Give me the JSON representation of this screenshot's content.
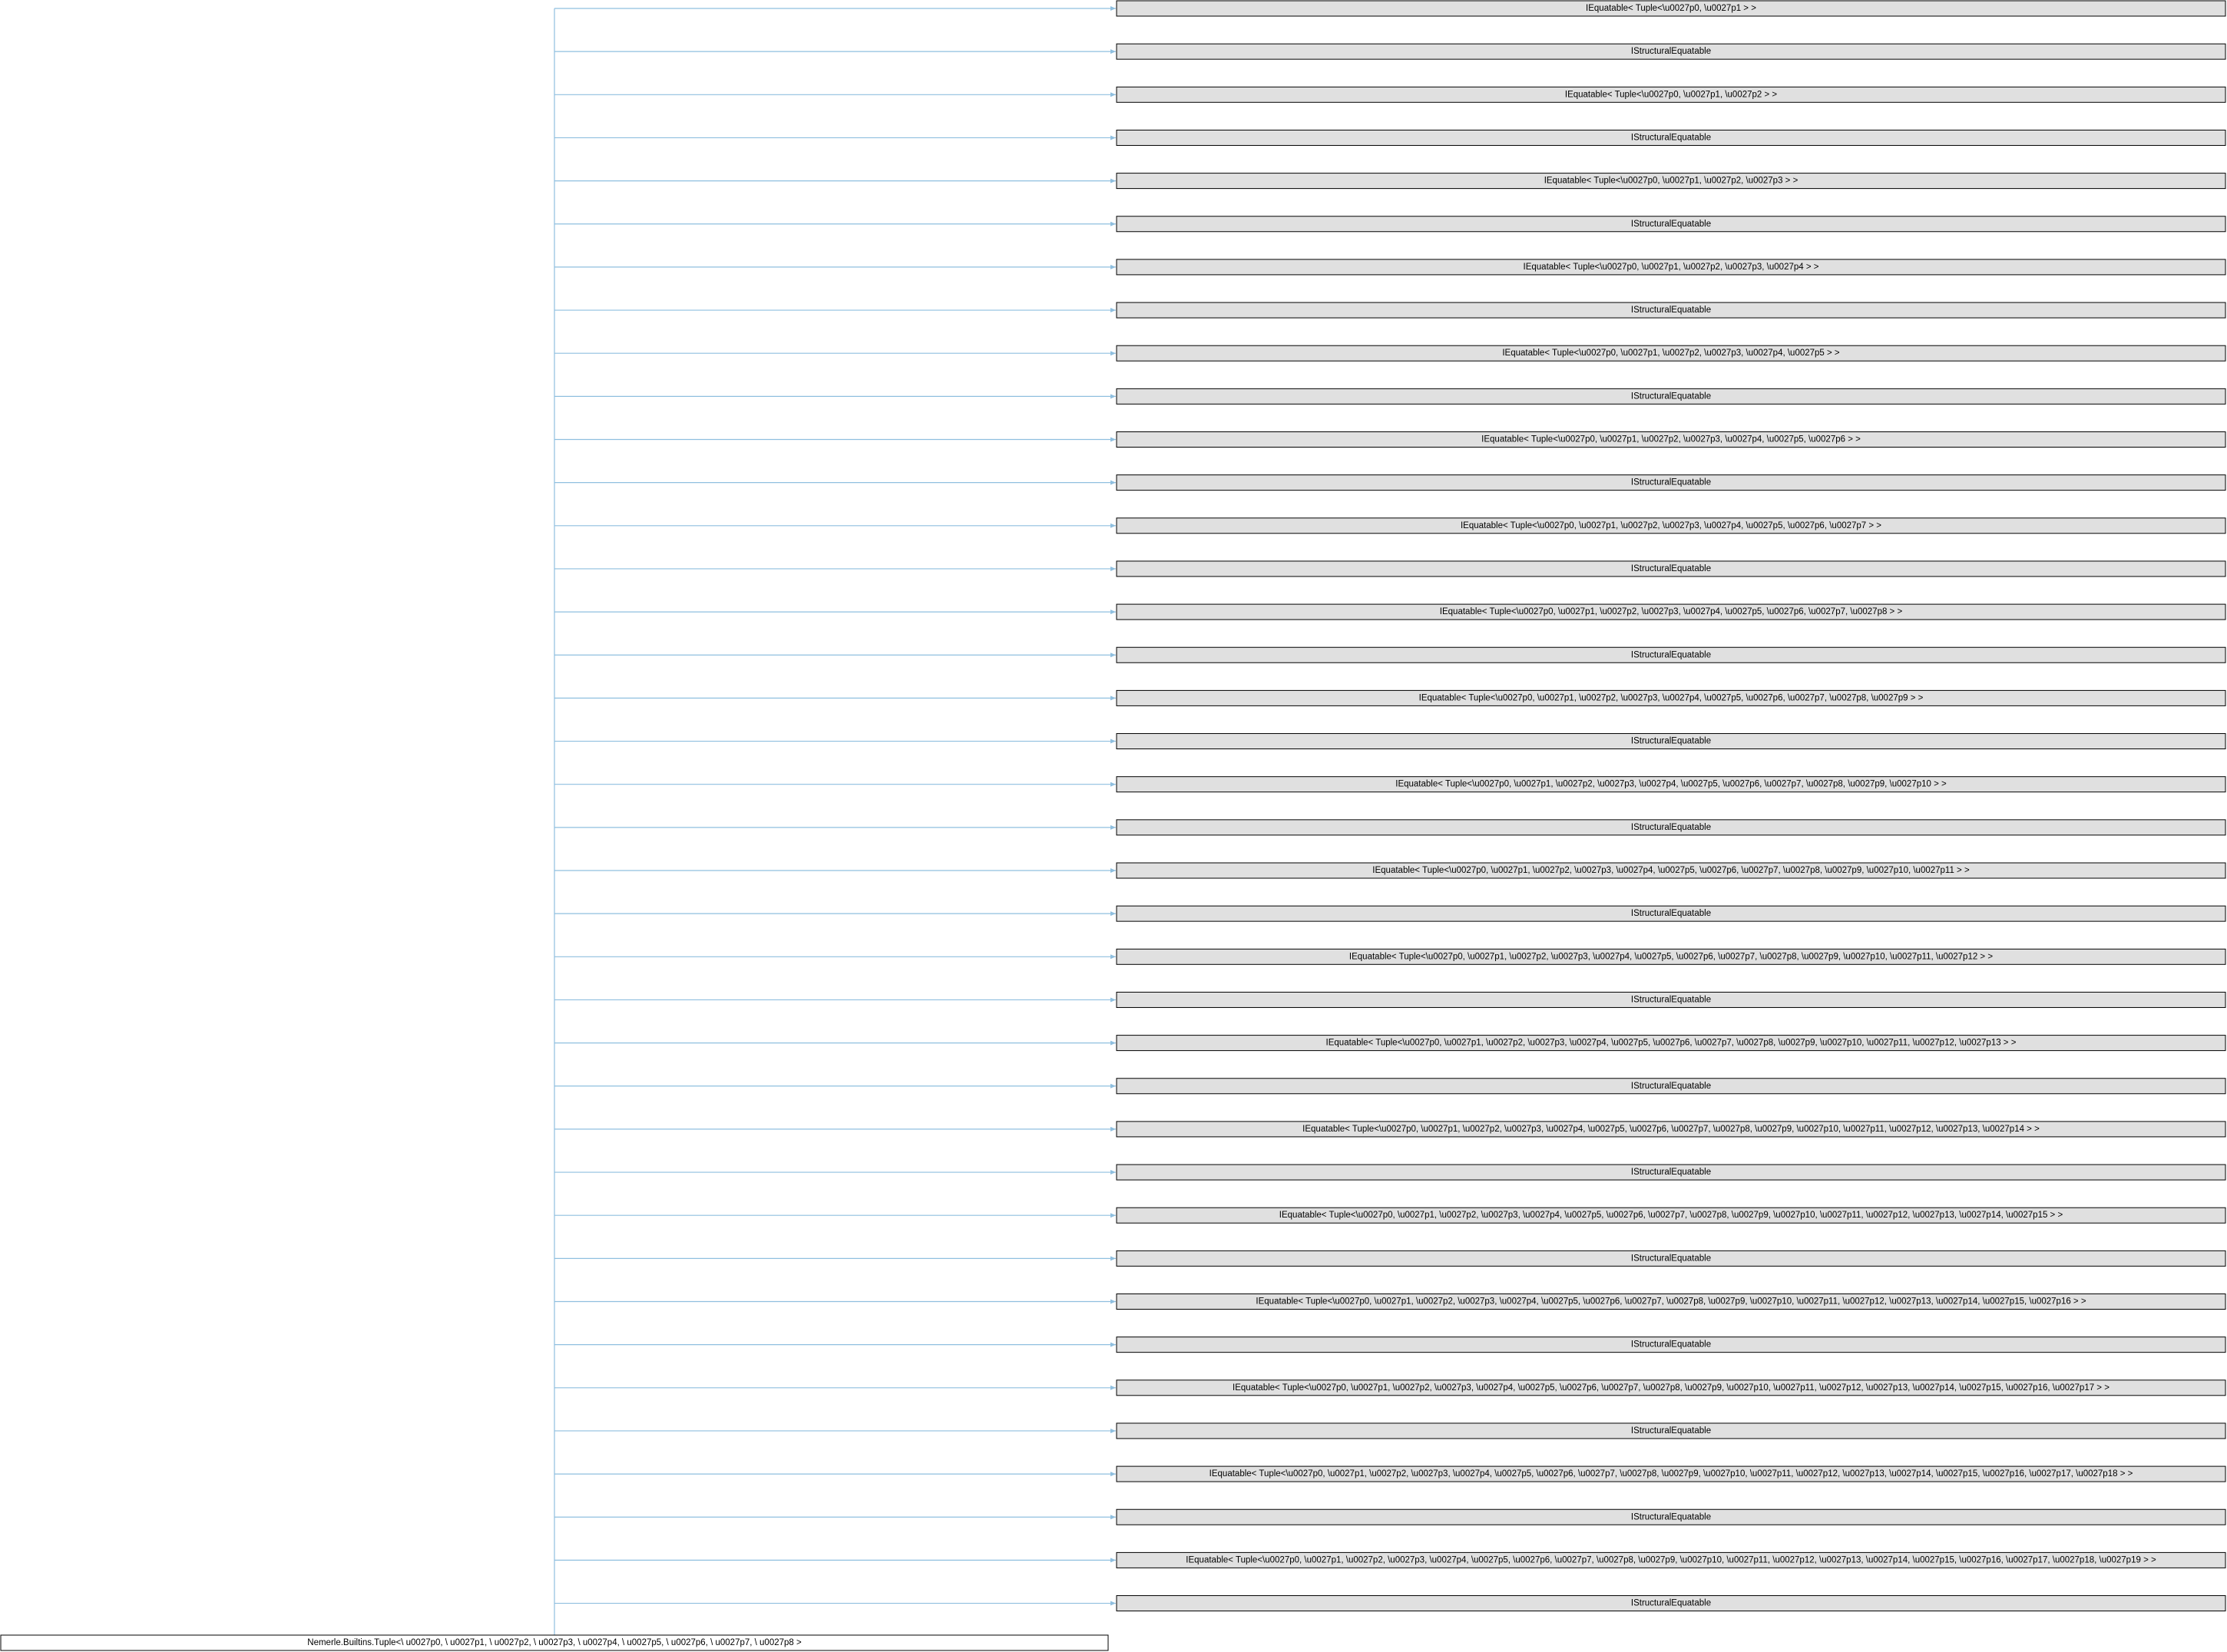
{
  "colors": {
    "edge": "#8fbfdf",
    "node_fill": "#e0e0e0",
    "node_border": "#000000",
    "root_fill": "#ffffff",
    "text": "#000000"
  },
  "root": {
    "label": "Nemerle.Builtins.Tuple<\\ u0027p0, \\ u0027p1, \\ u0027p2, \\ u0027p3, \\ u0027p4, \\ u0027p5, \\ u0027p6, \\ u0027p7, \\ u0027p8 >"
  },
  "nodes": [
    "IEquatable< Tuple<\\u0027p0, \\u0027p1 > >",
    "IStructuralEquatable",
    "IEquatable< Tuple<\\u0027p0, \\u0027p1, \\u0027p2 > >",
    "IStructuralEquatable",
    "IEquatable< Tuple<\\u0027p0, \\u0027p1, \\u0027p2, \\u0027p3 > >",
    "IStructuralEquatable",
    "IEquatable< Tuple<\\u0027p0, \\u0027p1, \\u0027p2, \\u0027p3, \\u0027p4 > >",
    "IStructuralEquatable",
    "IEquatable< Tuple<\\u0027p0, \\u0027p1, \\u0027p2, \\u0027p3, \\u0027p4, \\u0027p5 > >",
    "IStructuralEquatable",
    "IEquatable< Tuple<\\u0027p0, \\u0027p1, \\u0027p2, \\u0027p3, \\u0027p4, \\u0027p5, \\u0027p6 > >",
    "IStructuralEquatable",
    "IEquatable< Tuple<\\u0027p0, \\u0027p1, \\u0027p2, \\u0027p3, \\u0027p4, \\u0027p5, \\u0027p6, \\u0027p7 > >",
    "IStructuralEquatable",
    "IEquatable< Tuple<\\u0027p0, \\u0027p1, \\u0027p2, \\u0027p3, \\u0027p4, \\u0027p5, \\u0027p6, \\u0027p7, \\u0027p8 > >",
    "IStructuralEquatable",
    "IEquatable< Tuple<\\u0027p0, \\u0027p1, \\u0027p2, \\u0027p3, \\u0027p4, \\u0027p5, \\u0027p6, \\u0027p7, \\u0027p8, \\u0027p9 > >",
    "IStructuralEquatable",
    "IEquatable< Tuple<\\u0027p0, \\u0027p1, \\u0027p2, \\u0027p3, \\u0027p4, \\u0027p5, \\u0027p6, \\u0027p7, \\u0027p8, \\u0027p9, \\u0027p10 > >",
    "IStructuralEquatable",
    "IEquatable< Tuple<\\u0027p0, \\u0027p1, \\u0027p2, \\u0027p3, \\u0027p4, \\u0027p5, \\u0027p6, \\u0027p7, \\u0027p8, \\u0027p9, \\u0027p10, \\u0027p11 > >",
    "IStructuralEquatable",
    "IEquatable< Tuple<\\u0027p0, \\u0027p1, \\u0027p2, \\u0027p3, \\u0027p4, \\u0027p5, \\u0027p6, \\u0027p7, \\u0027p8, \\u0027p9, \\u0027p10, \\u0027p11, \\u0027p12 > >",
    "IStructuralEquatable",
    "IEquatable< Tuple<\\u0027p0, \\u0027p1, \\u0027p2, \\u0027p3, \\u0027p4, \\u0027p5, \\u0027p6, \\u0027p7, \\u0027p8, \\u0027p9, \\u0027p10, \\u0027p11, \\u0027p12, \\u0027p13 > >",
    "IStructuralEquatable",
    "IEquatable< Tuple<\\u0027p0, \\u0027p1, \\u0027p2, \\u0027p3, \\u0027p4, \\u0027p5, \\u0027p6, \\u0027p7, \\u0027p8, \\u0027p9, \\u0027p10, \\u0027p11, \\u0027p12, \\u0027p13, \\u0027p14 > >",
    "IStructuralEquatable",
    "IEquatable< Tuple<\\u0027p0, \\u0027p1, \\u0027p2, \\u0027p3, \\u0027p4, \\u0027p5, \\u0027p6, \\u0027p7, \\u0027p8, \\u0027p9, \\u0027p10, \\u0027p11, \\u0027p12, \\u0027p13, \\u0027p14, \\u0027p15 > >",
    "IStructuralEquatable",
    "IEquatable< Tuple<\\u0027p0, \\u0027p1, \\u0027p2, \\u0027p3, \\u0027p4, \\u0027p5, \\u0027p6, \\u0027p7, \\u0027p8, \\u0027p9, \\u0027p10, \\u0027p11, \\u0027p12, \\u0027p13, \\u0027p14, \\u0027p15, \\u0027p16 > >",
    "IStructuralEquatable",
    "IEquatable< Tuple<\\u0027p0, \\u0027p1, \\u0027p2, \\u0027p3, \\u0027p4, \\u0027p5, \\u0027p6, \\u0027p7, \\u0027p8, \\u0027p9, \\u0027p10, \\u0027p11, \\u0027p12, \\u0027p13, \\u0027p14, \\u0027p15, \\u0027p16, \\u0027p17 > >",
    "IStructuralEquatable",
    "IEquatable< Tuple<\\u0027p0, \\u0027p1, \\u0027p2, \\u0027p3, \\u0027p4, \\u0027p5, \\u0027p6, \\u0027p7, \\u0027p8, \\u0027p9, \\u0027p10, \\u0027p11, \\u0027p12, \\u0027p13, \\u0027p14, \\u0027p15, \\u0027p16, \\u0027p17, \\u0027p18 > >",
    "IStructuralEquatable",
    "IEquatable< Tuple<\\u0027p0, \\u0027p1, \\u0027p2, \\u0027p3, \\u0027p4, \\u0027p5, \\u0027p6, \\u0027p7, \\u0027p8, \\u0027p9, \\u0027p10, \\u0027p11, \\u0027p12, \\u0027p13, \\u0027p14, \\u0027p15, \\u0027p16, \\u0027p17, \\u0027p18, \\u0027p19 > >",
    "IStructuralEquatable"
  ]
}
